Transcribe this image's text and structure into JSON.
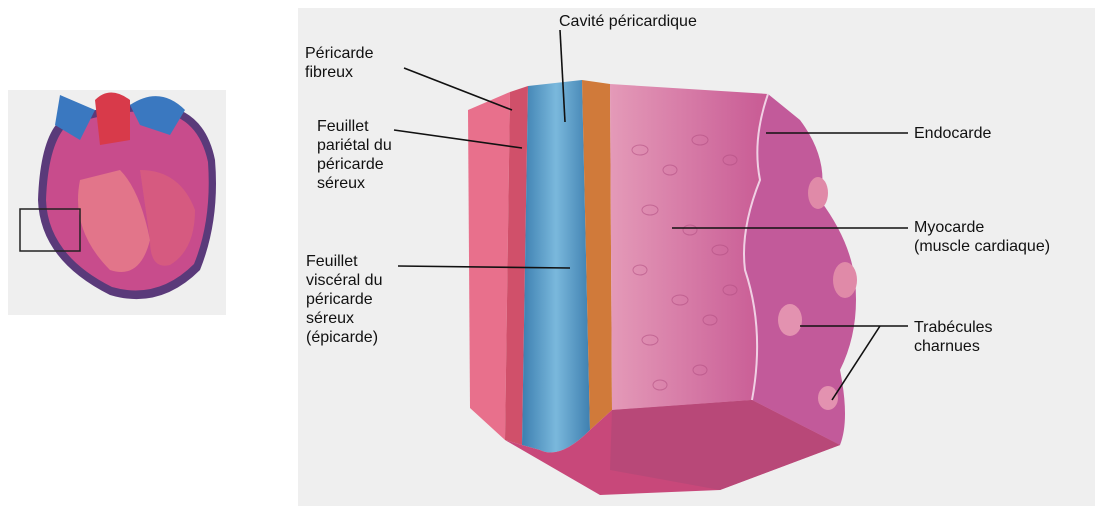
{
  "labels": {
    "pericardial_cavity": "Cavité péricardique",
    "fibrous_pericardium": "Péricarde\nfibreux",
    "parietal_layer": "Feuillet\npariétal du\npéricarde\nséreux",
    "visceral_layer": "Feuillet\nviscéral du\npéricarde\nséreux\n(épicarde)",
    "endocardium": "Endocarde",
    "myocardium": "Myocarde\n(muscle cardiaque)",
    "trabeculae": "Trabécules\ncharnues"
  },
  "colors": {
    "fibrous": "#e8708c",
    "visceral_blue": "#5aa0c8",
    "epicardium_orange": "#d07a3a",
    "myocardium": "#d8609a",
    "endocardium": "#c050a0",
    "label_line": "#111111"
  }
}
